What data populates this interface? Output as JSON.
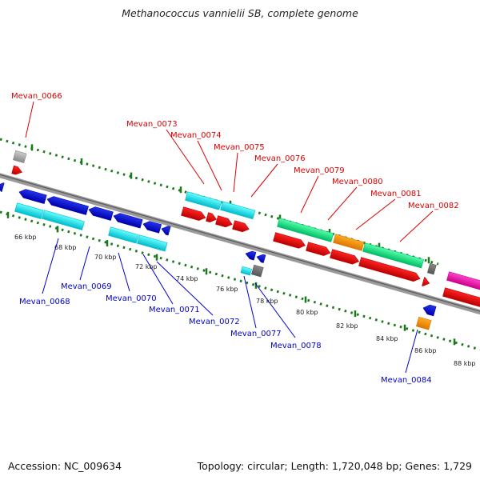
{
  "title": "Methanococcus vannielii SB, complete genome",
  "footer": {
    "accession": "Accession: NC_009634",
    "summary": "Topology: circular; Length: 1,720,048 bp; Genes: 1,729"
  },
  "colors": {
    "top_labels": "#dd0000",
    "bottom_labels": "#0000cc",
    "tick_marks": "#1a7a1a",
    "backbone": "#808080"
  },
  "kbp_labels": [
    "66 kbp",
    "68 kbp",
    "70 kbp",
    "72 kbp",
    "74 kbp",
    "76 kbp",
    "78 kbp",
    "80 kbp",
    "82 kbp",
    "84 kbp",
    "86 kbp",
    "88 kbp"
  ],
  "top_genes": [
    "Mevan_0066",
    "Mevan_0073",
    "Mevan_0074",
    "Mevan_0075",
    "Mevan_0076",
    "Mevan_0079",
    "Mevan_0080",
    "Mevan_0081",
    "Mevan_0082"
  ],
  "bottom_genes": [
    "Mevan_0068",
    "Mevan_0069",
    "Mevan_0070",
    "Mevan_0071",
    "Mevan_0072",
    "Mevan_0077",
    "Mevan_0078",
    "Mevan_0084"
  ],
  "feature_colors": [
    "blue",
    "cyan",
    "red",
    "green",
    "orange",
    "grey",
    "magenta"
  ]
}
